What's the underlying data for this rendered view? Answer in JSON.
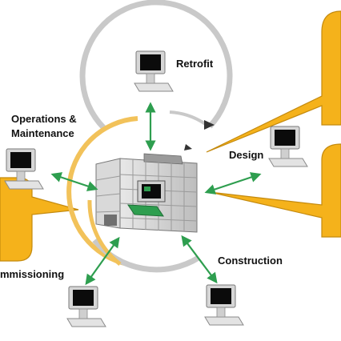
{
  "phases": {
    "retrofit": "Retrofit",
    "operations": "Operations &\nMaintenance",
    "design": "Design",
    "construction": "Construction",
    "commissioning": "mmissioning"
  },
  "colors": {
    "callout_fill": "#f5b21b",
    "callout_stroke": "#c48a0e",
    "arrow_green": "#2e9e4f",
    "ring_gray": "#c9c9c9",
    "ring_gold": "#f2c25a",
    "monitor_dark": "#3a3a3a",
    "screen_black": "#0b0b0b"
  },
  "icons": [
    "computer-icon",
    "building-icon",
    "lifecycle-ring",
    "callout-shape"
  ]
}
